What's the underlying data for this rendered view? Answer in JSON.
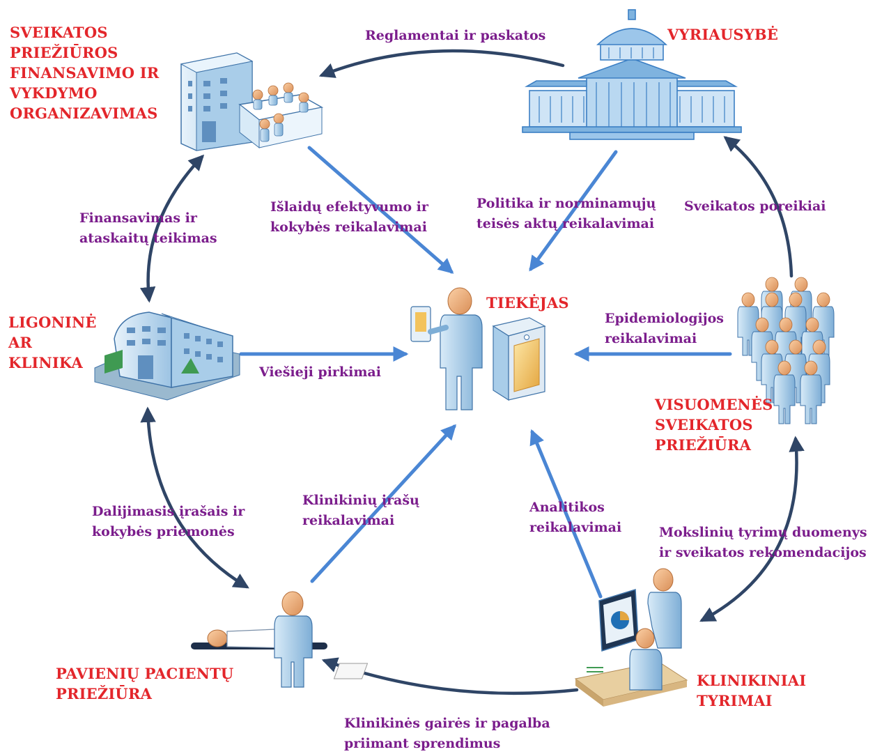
{
  "colors": {
    "node_label": "#e3262b",
    "edge_label": "#7b1d8c",
    "cycle_arrow": "#2f4566",
    "inward_arrow": "#4a86d4",
    "icon_fill": "#bcd8ef",
    "icon_stroke": "#3f73a8",
    "person_skin": "#f2b27d"
  },
  "nodes": {
    "financing_org": "SVEIKATOS\nPRIEŽIŪROS\nFINANSAVIMO IR\nVYKDYMO\nORGANIZAVIMAS",
    "government": "VYRIAUSYBĖ",
    "supplier": "TIEKĖJAS",
    "hospital": "LIGONINĖ\nAR\nKLINIKA",
    "public_health": "VISUOMENĖS\nSVEIKATOS\nPRIEŽIŪRA",
    "patient_care": "PAVIENIŲ PACIENTŲ\nPRIEŽIŪRA",
    "clinical_research": "KLINIKINIAI\nTYRIMAI"
  },
  "edges": {
    "regulations": "Reglamentai ir paskatos",
    "cost_quality": "Išlaidų efektyvumo ir\nkokybės reikalavimai",
    "policy": "Politika ir norminamųjų\nteisės aktų reikalavimai",
    "health_needs": "Sveikatos poreikiai",
    "financing_reporting": "Finansavimas ir\nataskaitų teikimas",
    "epidemiology": "Epidemiologijos\nreikalavimai",
    "procurement": "Viešieji pirkimai",
    "record_sharing": "Dalijimasis įrašais ir\nkokybės priemonės",
    "clinical_records": "Klinikinių įrašų\nreikalavimai",
    "analytics": "Analitikos\nreikalavimai",
    "research_data": "Mokslinių tyrimų duomenys\nir sveikatos rekomendacijos",
    "guidelines": "Klinikinės gairės ir pagalba\npriimant sprendimus"
  }
}
